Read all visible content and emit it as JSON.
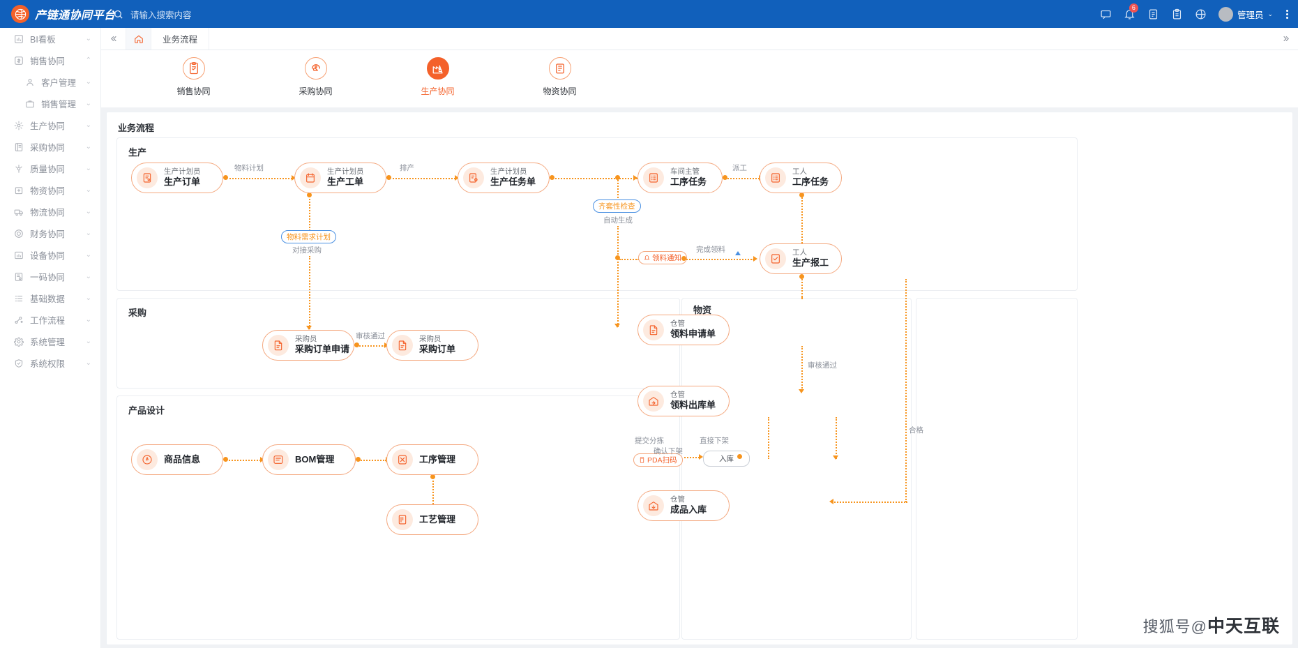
{
  "header": {
    "brand": "产链通协同平台",
    "search_placeholder": "请输入搜索内容",
    "search_icon": "search-icon",
    "icons": [
      {
        "name": "message-icon"
      },
      {
        "name": "bell-icon",
        "badge": "6"
      },
      {
        "name": "note-icon"
      },
      {
        "name": "clipboard-icon"
      },
      {
        "name": "globe-icon"
      }
    ],
    "user": "管理员",
    "caret": "⌄",
    "more": "more-vertical-icon"
  },
  "sidebar": {
    "items": [
      {
        "label": "BI看板",
        "icon": "bar-chart-icon",
        "arrow": "⌄",
        "sub": false
      },
      {
        "label": "销售协同",
        "icon": "dollar-icon",
        "arrow": "⌃",
        "sub": false
      },
      {
        "label": "客户管理",
        "icon": "user-icon",
        "arrow": "⌄",
        "sub": true
      },
      {
        "label": "销售管理",
        "icon": "briefcase-icon",
        "arrow": "⌄",
        "sub": true
      },
      {
        "label": "生产协同",
        "icon": "gear-icon",
        "arrow": "⌄",
        "sub": false
      },
      {
        "label": "采购协同",
        "icon": "book-icon",
        "arrow": "⌄",
        "sub": false
      },
      {
        "label": "质量协同",
        "icon": "quality-icon",
        "arrow": "⌄",
        "sub": false
      },
      {
        "label": "物资协同",
        "icon": "box-icon",
        "arrow": "⌄",
        "sub": false
      },
      {
        "label": "物流协同",
        "icon": "truck-icon",
        "arrow": "⌄",
        "sub": false
      },
      {
        "label": "财务协同",
        "icon": "coin-icon",
        "arrow": "⌄",
        "sub": false
      },
      {
        "label": "设备协同",
        "icon": "device-icon",
        "arrow": "⌄",
        "sub": false
      },
      {
        "label": "一码协同",
        "icon": "qrcode-icon",
        "arrow": "⌄",
        "sub": false
      },
      {
        "label": "基础数据",
        "icon": "list-icon",
        "arrow": "⌄",
        "sub": false
      },
      {
        "label": "工作流程",
        "icon": "flow-icon",
        "arrow": "⌄",
        "sub": false
      },
      {
        "label": "系统管理",
        "icon": "settings-icon",
        "arrow": "⌄",
        "sub": false
      },
      {
        "label": "系统权限",
        "icon": "shield-icon",
        "arrow": "⌄",
        "sub": false
      }
    ]
  },
  "tabbar": {
    "collapse_icon": "double-chevron-left-icon",
    "home_icon": "home-icon",
    "tabs": [
      {
        "label": "业务流程"
      }
    ],
    "expand_icon": "double-chevron-right-icon"
  },
  "modules": [
    {
      "label": "销售协同",
      "icon": "sales-contract-icon",
      "active": false
    },
    {
      "label": "采购协同",
      "icon": "purchase-icon",
      "active": false
    },
    {
      "label": "生产协同",
      "icon": "factory-icon",
      "active": true
    },
    {
      "label": "物资协同",
      "icon": "material-icon",
      "active": false
    }
  ],
  "canvas": {
    "title": "业务流程",
    "groups": [
      {
        "key": "production",
        "label": "生产"
      },
      {
        "key": "purchase",
        "label": "采购"
      },
      {
        "key": "design",
        "label": "产品设计"
      },
      {
        "key": "material",
        "label": "物资"
      }
    ],
    "nodes": [
      {
        "key": "n1",
        "role": "生产计划员",
        "name": "生产订单",
        "icon": "order-doc-icon"
      },
      {
        "key": "n2",
        "role": "生产计划员",
        "name": "生产工单",
        "icon": "calendar-icon"
      },
      {
        "key": "n3",
        "role": "生产计划员",
        "name": "生产任务单",
        "icon": "task-gear-icon"
      },
      {
        "key": "n4",
        "role": "车间主管",
        "name": "工序任务",
        "icon": "checklist-icon"
      },
      {
        "key": "n5",
        "role": "工人",
        "name": "工序任务",
        "icon": "checklist-icon"
      },
      {
        "key": "n6",
        "role": "工人",
        "name": "生产报工",
        "icon": "report-icon"
      },
      {
        "key": "n7",
        "role": "采购员",
        "name": "采购订单申请",
        "icon": "doc-icon"
      },
      {
        "key": "n8",
        "role": "采购员",
        "name": "采购订单",
        "icon": "doc-icon"
      },
      {
        "key": "n9",
        "role": "仓管",
        "name": "领料申请单",
        "icon": "doc-icon"
      },
      {
        "key": "n10",
        "role": "仓管",
        "name": "领料出库单",
        "icon": "warehouse-out-icon"
      },
      {
        "key": "n11",
        "role": "仓管",
        "name": "成品入库",
        "icon": "warehouse-in-icon"
      },
      {
        "key": "n12",
        "role": "",
        "name": "商品信息",
        "icon": "tag-icon"
      },
      {
        "key": "n13",
        "role": "",
        "name": "BOM管理",
        "icon": "bom-icon"
      },
      {
        "key": "n14",
        "role": "",
        "name": "工序管理",
        "icon": "process-icon"
      },
      {
        "key": "n15",
        "role": "",
        "name": "工艺管理",
        "icon": "craft-icon"
      }
    ],
    "edge_labels": [
      {
        "key": "e1",
        "text": "物料计划"
      },
      {
        "key": "e2",
        "text": "排产"
      },
      {
        "key": "e3",
        "text": "派工"
      },
      {
        "key": "e4",
        "text": "自动生成"
      },
      {
        "key": "e5",
        "text": "对接采购"
      },
      {
        "key": "e6",
        "text": "审核通过"
      },
      {
        "key": "e7",
        "text": "完成领料"
      },
      {
        "key": "e8",
        "text": "审核通过"
      },
      {
        "key": "e9",
        "text": "提交分拣"
      },
      {
        "key": "e10",
        "text": "直接下架"
      },
      {
        "key": "e11",
        "text": "确认下架"
      },
      {
        "key": "e12",
        "text": "合格"
      }
    ],
    "pills": [
      {
        "key": "p1",
        "text": "齐套性检查",
        "style": "blue"
      },
      {
        "key": "p2",
        "text": "物料需求计划",
        "style": "blue"
      },
      {
        "key": "p3",
        "text": "领料通知",
        "style": "orange",
        "icon": "bell-small-icon"
      },
      {
        "key": "p4",
        "text": "PDA扫码",
        "style": "orange",
        "icon": "pda-icon"
      },
      {
        "key": "p5",
        "text": "入库",
        "style": "grey"
      }
    ]
  },
  "watermark": {
    "prefix": "搜狐号@",
    "text": "中天互联"
  }
}
